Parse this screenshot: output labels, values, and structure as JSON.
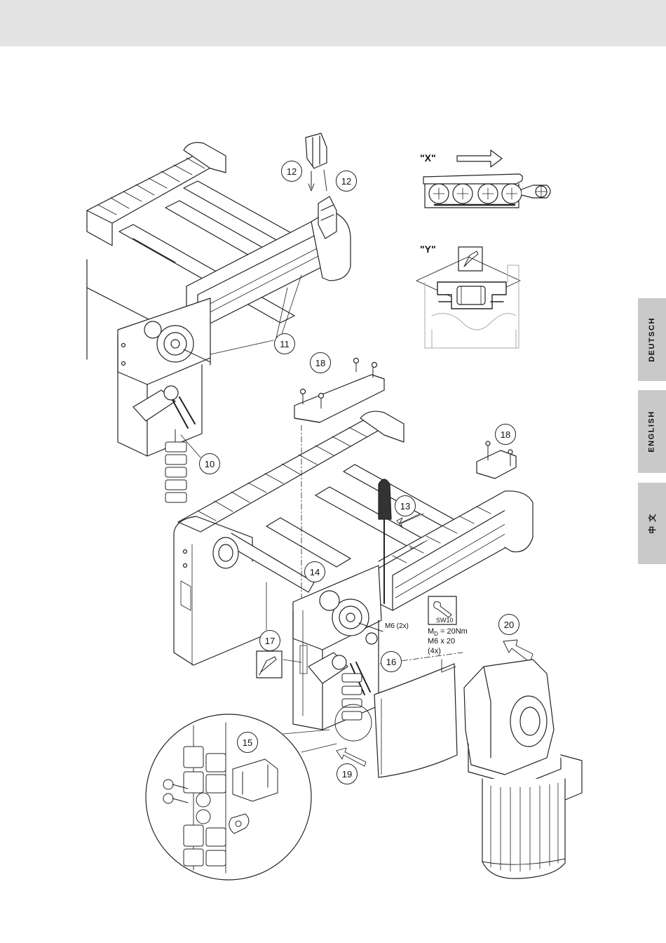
{
  "language_tabs": [
    {
      "label": "DEUTSCH",
      "active": true
    },
    {
      "label": "ENGLISH",
      "active": false
    },
    {
      "label": "中 文",
      "active": false
    }
  ],
  "views": {
    "x": "\"X\"",
    "y": "\"Y\""
  },
  "callouts": {
    "c10": "10",
    "c11": "11",
    "c12a": "12",
    "c12b": "12",
    "c13": "13",
    "c14": "14",
    "c15": "15",
    "c16": "16",
    "c17": "17",
    "c18a": "18",
    "c18b": "18",
    "c19": "19",
    "c20": "20"
  },
  "annotations": {
    "m6_2x": "M6 (2x)",
    "wrench_size": "SW10",
    "torque_prefix": "M",
    "torque_sub": "D",
    "torque_value": " = 20Nm",
    "screw_spec": "M6 x 20",
    "screw_qty": "(4x)"
  },
  "colors": {
    "header_band": "#e3e3e3",
    "tab_bg": "#c9c9c9",
    "line": "#222222"
  },
  "icons": [
    "wrench-icon",
    "grease-gun-icon",
    "arrow-icon",
    "screwdriver-icon"
  ]
}
